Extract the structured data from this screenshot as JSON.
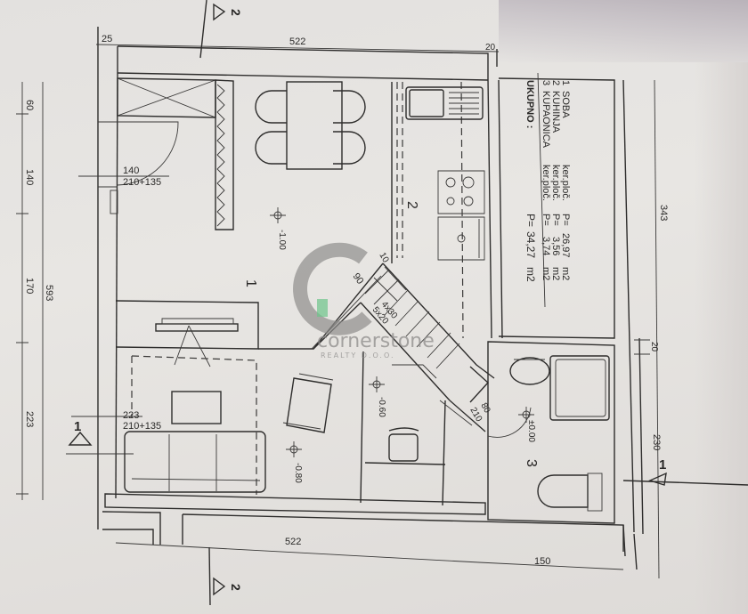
{
  "legend": {
    "rows": [
      {
        "num": "1",
        "name": "SOBA",
        "floor": "ker.ploč.",
        "label": "P=",
        "area": "26,97",
        "unit": "m2"
      },
      {
        "num": "2",
        "name": "KUHINJA",
        "floor": "ker.ploč.",
        "label": "P=",
        "area": "3,56",
        "unit": "m2"
      },
      {
        "num": "3",
        "name": "KUPAONICA",
        "floor": "ker.ploč.",
        "label": "P=",
        "area": "3,74",
        "unit": "m2"
      }
    ],
    "total_label": "UKUPNO :",
    "total_p": "P=",
    "total_area": "34,27",
    "total_unit": "m2"
  },
  "dimensions": {
    "top_left": "25",
    "top_main": "522",
    "top_right": "20",
    "left_60": "60",
    "left_140": "140",
    "left_170": "170",
    "left_223": "223",
    "left_total": "593",
    "right_343": "343",
    "right_20": "20",
    "right_230": "230",
    "bottom_main": "522",
    "bottom_right": "150"
  },
  "openings": {
    "window_top": {
      "width": "140",
      "height": "210+135"
    },
    "window_bottom": {
      "width": "223",
      "height": "210+135"
    },
    "door_bath": {
      "width": "80",
      "height": "210"
    },
    "stairs_dim": "90",
    "stairs_tick": "10",
    "stairs_steps1": "4x30",
    "stairs_steps2": "5x20"
  },
  "levels": {
    "room1": "-1.00",
    "living": "-0.80",
    "hall": "-0.60",
    "bath": "±0.00"
  },
  "rooms": {
    "room1": "1",
    "room2": "2",
    "room3": "3"
  },
  "sections": {
    "section1_top": "1",
    "section1_bottom": "1",
    "section2_top": "2",
    "section2_bottom": "2"
  },
  "watermark": {
    "brand": "cornerstone",
    "sub": "REALTY D.O.O."
  }
}
